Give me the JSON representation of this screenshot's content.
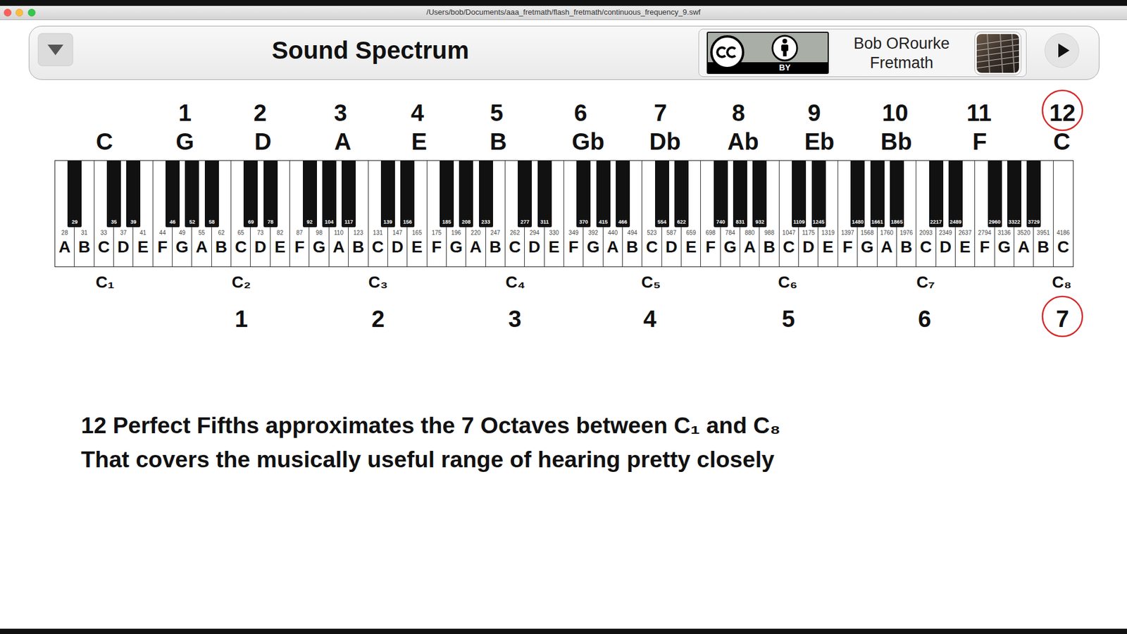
{
  "diagram": {
    "title": "Sound Spectrum",
    "nodes": [
      {
        "text": [
          "Bob ORourke",
          "Fretmath"
        ]
      },
      {
        "text": [
          "BY"
        ],
        "in": 0
      },
      {
        "text": [
          "12"
        ]
      },
      {
        "text": [
          "28",
          "A"
        ]
      },
      {
        "text": [
          "29"
        ]
      },
      {
        "text": [
          "31",
          "B"
        ]
      },
      {
        "text": [
          "33",
          "C"
        ]
      },
      {
        "text": [
          "35"
        ]
      },
      {
        "text": [
          "37",
          "D"
        ]
      },
      {
        "text": [
          "39"
        ]
      },
      {
        "text": [
          "41",
          "E"
        ]
      },
      {
        "text": [
          "44",
          "F"
        ]
      },
      {
        "text": [
          "46"
        ]
      },
      {
        "text": [
          "49",
          "G"
        ]
      },
      {
        "text": [
          "52"
        ]
      },
      {
        "text": [
          "55",
          "A"
        ]
      },
      {
        "text": [
          "58"
        ]
      },
      {
        "text": [
          "62",
          "B"
        ]
      },
      {
        "text": [
          "65",
          "C"
        ]
      },
      {
        "text": [
          "69"
        ]
      },
      {
        "text": [
          "73",
          "D"
        ]
      },
      {
        "text": [
          "78"
        ]
      },
      {
        "text": [
          "82",
          "E"
        ]
      },
      {
        "text": [
          "87",
          "F"
        ]
      },
      {
        "text": [
          "92"
        ]
      },
      {
        "text": [
          "98",
          "G"
        ]
      },
      {
        "text": [
          "104"
        ]
      },
      {
        "text": [
          "110",
          "A"
        ]
      },
      {
        "text": [
          "117"
        ]
      },
      {
        "text": [
          "123",
          "B"
        ]
      },
      {
        "text": [
          "131",
          "C"
        ]
      },
      {
        "text": [
          "139"
        ]
      },
      {
        "text": [
          "147",
          "D"
        ]
      },
      {
        "text": [
          "156"
        ]
      },
      {
        "text": [
          "165",
          "E"
        ]
      },
      {
        "text": [
          "175",
          "F"
        ]
      },
      {
        "text": [
          "185"
        ]
      },
      {
        "text": [
          "196",
          "G"
        ]
      },
      {
        "text": [
          "208"
        ]
      },
      {
        "text": [
          "220",
          "A"
        ]
      },
      {
        "text": [
          "233"
        ]
      },
      {
        "text": [
          "247",
          "B"
        ]
      },
      {
        "text": [
          "262",
          "C"
        ]
      },
      {
        "text": [
          "277"
        ]
      },
      {
        "text": [
          "294",
          "D"
        ]
      },
      {
        "text": [
          "311"
        ]
      },
      {
        "text": [
          "330",
          "E"
        ]
      },
      {
        "text": [
          "349",
          "F"
        ]
      },
      {
        "text": [
          "370"
        ]
      },
      {
        "text": [
          "392",
          "G"
        ]
      },
      {
        "text": [
          "415"
        ]
      },
      {
        "text": [
          "440",
          "A"
        ]
      },
      {
        "text": [
          "466"
        ]
      },
      {
        "text": [
          "494",
          "B"
        ]
      },
      {
        "text": [
          "523",
          "C"
        ]
      },
      {
        "text": [
          "554"
        ]
      },
      {
        "text": [
          "587",
          "D"
        ]
      },
      {
        "text": [
          "622"
        ]
      },
      {
        "text": [
          "659",
          "E"
        ]
      },
      {
        "text": [
          "698",
          "F"
        ]
      },
      {
        "text": [
          "740"
        ]
      },
      {
        "text": [
          "784",
          "G"
        ]
      },
      {
        "text": [
          "831"
        ]
      },
      {
        "text": [
          "880",
          "A"
        ]
      },
      {
        "text": [
          "932"
        ]
      },
      {
        "text": [
          "988",
          "B"
        ]
      },
      {
        "text": [
          "1047",
          "C"
        ]
      },
      {
        "text": [
          "1109"
        ]
      },
      {
        "text": [
          "1175",
          "D"
        ]
      },
      {
        "text": [
          "1245"
        ]
      },
      {
        "text": [
          "1319",
          "E"
        ]
      },
      {
        "text": [
          "1397",
          "F"
        ]
      },
      {
        "text": [
          "1480"
        ]
      },
      {
        "text": [
          "1568",
          "G"
        ]
      },
      {
        "text": [
          "1661"
        ]
      },
      {
        "text": [
          "1760",
          "A"
        ]
      },
      {
        "text": [
          "1865"
        ]
      },
      {
        "text": [
          "1976",
          "B"
        ]
      },
      {
        "text": [
          "2093",
          "C"
        ]
      },
      {
        "text": [
          "2217"
        ]
      },
      {
        "text": [
          "2349",
          "D"
        ]
      },
      {
        "text": [
          "2489"
        ]
      },
      {
        "text": [
          "2637",
          "E"
        ]
      },
      {
        "text": [
          "2794",
          "F"
        ]
      },
      {
        "text": [
          "2960"
        ]
      },
      {
        "text": [
          "3136",
          "G"
        ]
      },
      {
        "text": [
          "3322"
        ]
      },
      {
        "text": [
          "3520",
          "A"
        ]
      },
      {
        "text": [
          "3729"
        ]
      },
      {
        "text": [
          "3951",
          "B"
        ]
      },
      {
        "text": [
          "4186",
          "C"
        ]
      },
      {
        "text": [
          "7"
        ]
      }
    ],
    "labels": [
      "/Users/bob/Documents/aaa_fretmath/flash_fretmath/continuous_frequency_9.swf",
      "1",
      "2",
      "3",
      "4",
      "5",
      "6",
      "7",
      "8",
      "9",
      "10",
      "11",
      "C",
      "G",
      "D",
      "A",
      "E",
      "B",
      "Gb",
      "Db",
      "Ab",
      "Eb",
      "Bb",
      "F",
      "C",
      "C₁",
      "C₂",
      "C₃",
      "C₄",
      "C₅",
      "C₆",
      "C₇",
      "C₈",
      "1",
      "2",
      "3",
      "4",
      "5",
      "6",
      "12 Perfect Fifths approximates the 7 Octaves between C₁ and C₈",
      "That covers the musically useful range of hearing pretty closely"
    ]
  }
}
